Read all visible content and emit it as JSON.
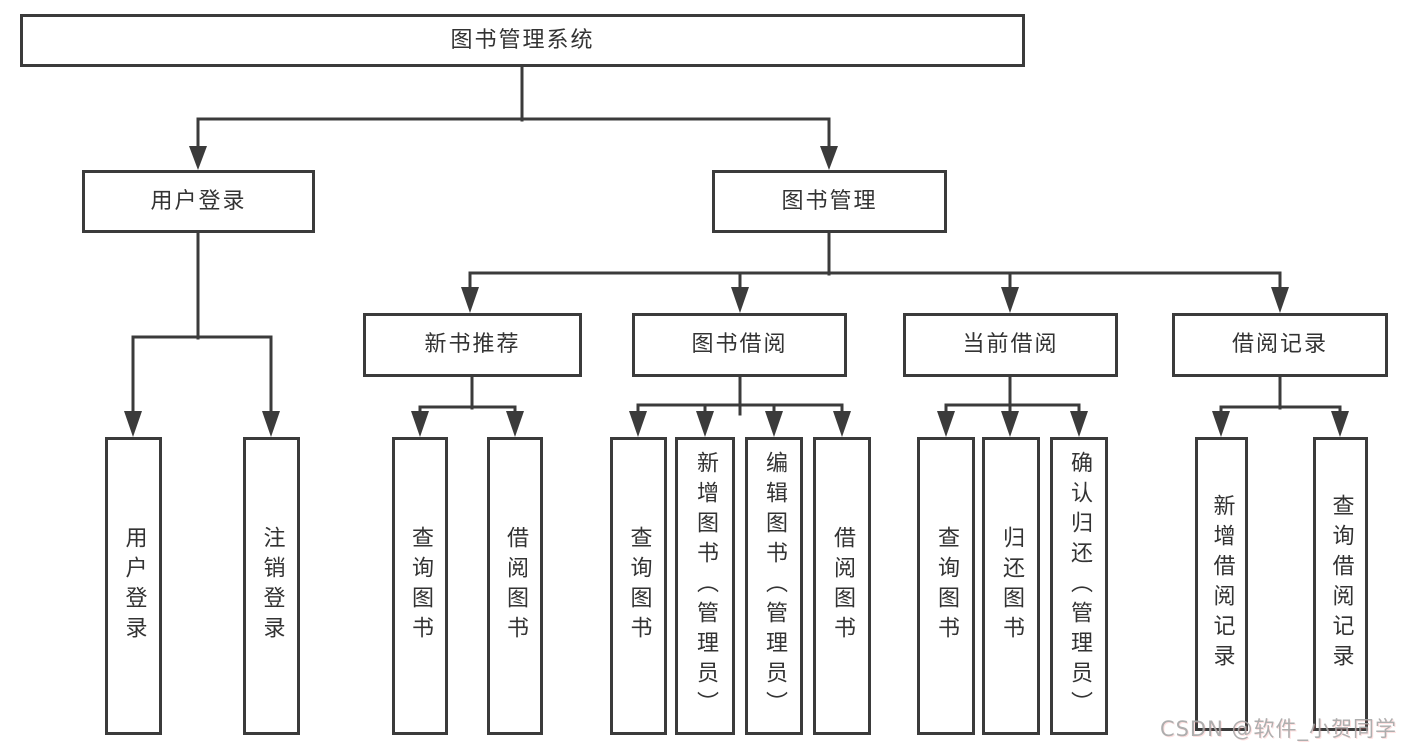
{
  "diagram": {
    "root": "图书管理系统",
    "level2": [
      "用户登录",
      "图书管理"
    ],
    "level3": [
      "新书推荐",
      "图书借阅",
      "当前借阅",
      "借阅记录"
    ],
    "leaves": {
      "user_login": [
        "用户登录",
        "注销登录"
      ],
      "new_book_recommend": [
        "查询图书",
        "借阅图书"
      ],
      "book_borrow": [
        "查询图书",
        "新增图书（管理员）",
        "编辑图书（管理员）",
        "借阅图书"
      ],
      "current_borrow": [
        "查询图书",
        "归还图书",
        "确认归还（管理员）"
      ],
      "borrow_record": [
        "新增借阅记录",
        "查询借阅记录"
      ]
    },
    "colors": {
      "line": "#3b3b3b",
      "text": "#333333",
      "background": "#ffffff",
      "watermark": "#a6a6a6"
    }
  },
  "watermark": "CSDN @软件_小贺同学"
}
